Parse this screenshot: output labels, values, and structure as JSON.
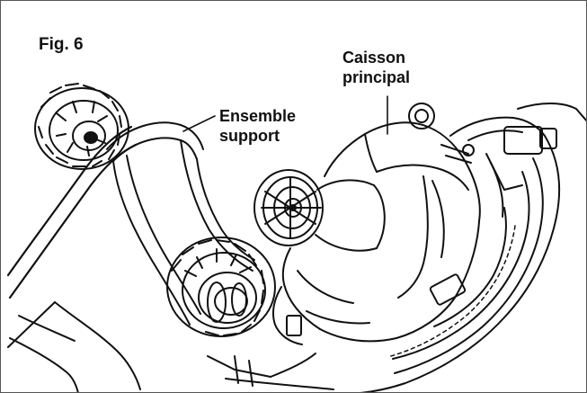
{
  "figure": {
    "label": "Fig. 6"
  },
  "callouts": {
    "support": {
      "line1": "Ensemble",
      "line2": "support"
    },
    "caisson": {
      "line1": "Caisson",
      "line2": "principal"
    }
  },
  "colors": {
    "ink": "#111111",
    "background": "#ffffff"
  },
  "icons": [
    "wheel",
    "fan-grille",
    "handle-frame",
    "main-housing"
  ]
}
